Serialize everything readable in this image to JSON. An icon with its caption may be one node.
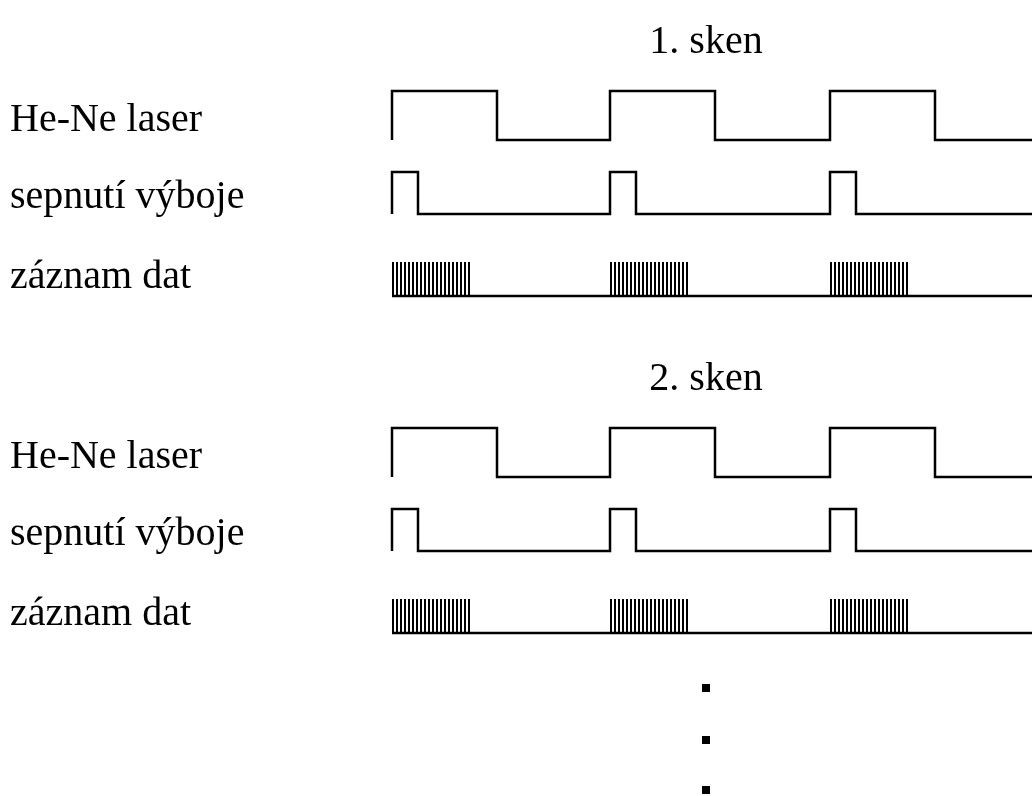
{
  "diagram": {
    "labels": [
      "1. sken",
      "He-Ne laser",
      "sepnutí výboje",
      "záznam dat",
      "2. sken",
      "He-Ne laser",
      "sepnutí výboje",
      "záznam dat"
    ]
  }
}
